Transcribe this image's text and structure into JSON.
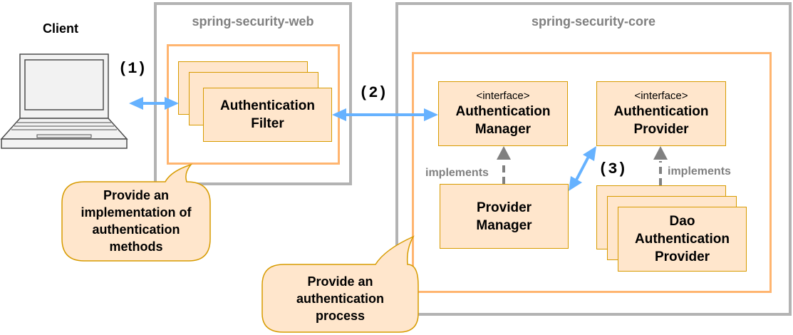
{
  "client": {
    "label": "Client",
    "icon": "laptop-icon"
  },
  "web_module": {
    "title": "spring-security-web",
    "filter": {
      "label_line1": "Authentication",
      "label_line2": "Filter"
    },
    "callout": {
      "line1": "Provide an",
      "line2": "implementation of",
      "line3": "authentication",
      "line4": "methods"
    }
  },
  "core_module": {
    "title": "spring-security-core",
    "auth_manager": {
      "stereotype": "<interface>",
      "line1": "Authentication",
      "line2": "Manager"
    },
    "auth_provider": {
      "stereotype": "<interface>",
      "line1": "Authentication",
      "line2": "Provider"
    },
    "provider_manager": {
      "line1": "Provider",
      "line2": "Manager"
    },
    "dao_provider": {
      "line1": "Dao",
      "line2": "Authentication",
      "line3": "Provider"
    },
    "implements_left": "implements",
    "implements_right": "implements",
    "callout": {
      "line1": "Provide an",
      "line2": "authentication",
      "line3": "process"
    }
  },
  "steps": {
    "step1": "(1)",
    "step2": "(2)",
    "step3": "(3)"
  },
  "colors": {
    "arrow": "#66b2ff",
    "box_fill": "#ffe6cc",
    "box_border": "#d79b00",
    "frame_orange": "#ffb570",
    "frame_gray": "#b3b3b3",
    "implements_gray": "#808080"
  }
}
